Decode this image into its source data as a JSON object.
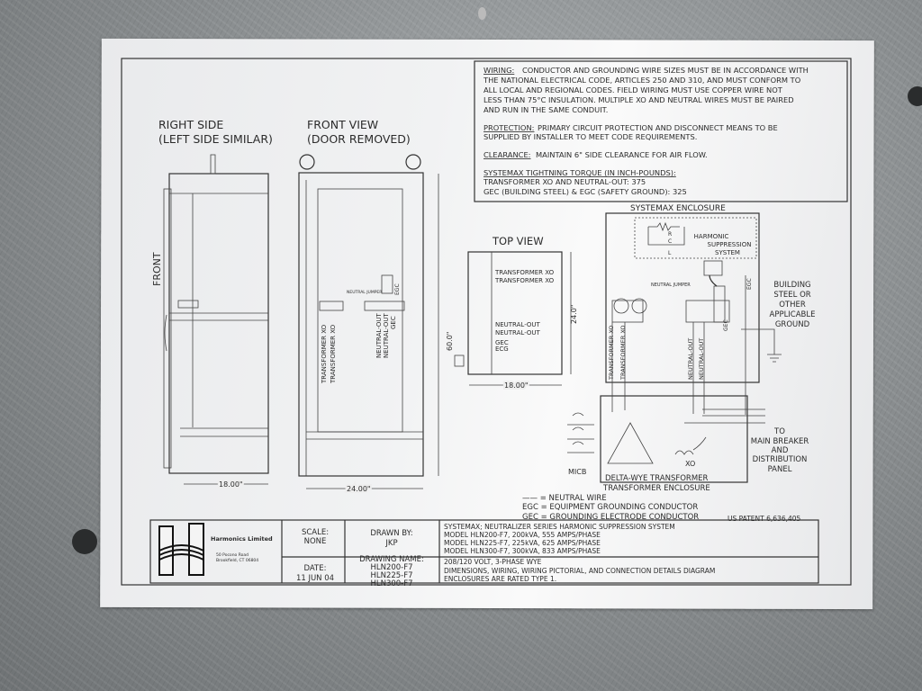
{
  "notes": {
    "wiring": [
      "WIRING:",
      " CONDUCTOR AND GROUNDING WIRE SIZES MUST BE IN ACCORDANCE WITH",
      "THE NATIONAL ELECTRICAL CODE, ARTICLES 250 AND 310, AND MUST CONFORM TO",
      "ALL LOCAL AND REGIONAL CODES.  FIELD WIRING MUST USE COPPER WIRE NOT",
      "LESS THAN 75°C INSULATION.  MULTIPLE XO AND NEUTRAL WIRES MUST BE PAIRED",
      "AND RUN IN THE SAME CONDUIT."
    ],
    "protection": [
      "PROTECTION:",
      " PRIMARY CIRCUIT PROTECTION AND DISCONNECT MEANS TO BE",
      "SUPPLIED BY INSTALLER TO MEET CODE REQUIREMENTS."
    ],
    "clearance": [
      "CLEARANCE:",
      "  MAINTAIN 6\" SIDE CLEARANCE FOR AIR FLOW."
    ],
    "torque": [
      "SYSTEMAX TIGHTNING TORQUE (IN INCH-POUNDS):",
      "TRANSFORMER XO AND NEUTRAL-OUT:  375",
      "GEC (BUILDING STEEL) & EGC (SAFETY GROUND):  325"
    ]
  },
  "views": {
    "right_side": [
      "RIGHT SIDE",
      "(LEFT SIDE SIMILAR)"
    ],
    "front_label": "FRONT",
    "front_view": [
      "FRONT VIEW",
      "(DOOR REMOVED)"
    ],
    "top_view": "TOP VIEW",
    "dim_18": "18.00\"",
    "dim_24": "24.00\"",
    "dim_60": "60.0\"",
    "dim_24v": "24.0\"",
    "neutral_jumper": "NEUTRAL JUMPER",
    "transformer_xo": "TRANSFORMER XO",
    "neutral_out": "NEUTRAL-OUT",
    "gec": "GEC",
    "egc": "EGC",
    "ecg": "ECG"
  },
  "schematic": {
    "systemax_enclosure": "SYSTEMAX ENCLOSURE",
    "harmonic": [
      "HARMONIC",
      "SUPPRESSION",
      "SYSTEM"
    ],
    "r": "R",
    "c": "C",
    "l": "L",
    "building": [
      "BUILDING",
      "STEEL OR",
      "OTHER",
      "APPLICABLE",
      "GROUND"
    ],
    "to_main": [
      "TO",
      "MAIN BREAKER",
      "AND",
      "DISTRIBUTION",
      "PANEL"
    ],
    "xo": "XO",
    "micb": "MICB",
    "delta_wye": "DELTA-WYE TRANSFORMER",
    "transformer_enclosure": "TRANSFORMER ENCLOSURE"
  },
  "legend": [
    "—— = NEUTRAL WIRE",
    "EGC = EQUIPMENT GROUNDING CONDUCTOR",
    "GEC = GROUNDING ELECTRODE CONDUCTOR"
  ],
  "patent": "US PATENT 6,636,405",
  "title_block": {
    "company": "Harmonics Limited",
    "address": [
      "50 Pocono Road",
      "Brookfield, CT 06804"
    ],
    "scale_label": "SCALE:",
    "scale": "NONE",
    "drawn_label": "DRAWN BY:",
    "drawn": "JKP",
    "date_label": "DATE:",
    "date": "11 JUN 04",
    "drawing_label": "DRAWING NAME:",
    "drawings": [
      "HLN200-F7",
      "HLN225-F7",
      "HLN300-F7"
    ],
    "description": [
      "SYSTEMAX; NEUTRALIZER SERIES HARMONIC SUPPRESSION SYSTEM",
      "MODEL HLN200-F7, 200kVA, 555 AMPS/PHASE",
      "MODEL HLN225-F7, 225kVA, 625 AMPS/PHASE",
      "MODEL HLN300-F7, 300kVA, 833 AMPS/PHASE"
    ],
    "description2": [
      "208/120 VOLT, 3-PHASE WYE",
      "DIMENSIONS, WIRING, WIRING PICTORIAL, AND CONNECTION DETAILS DIAGRAM",
      "ENCLOSURES ARE RATED TYPE 1."
    ]
  }
}
